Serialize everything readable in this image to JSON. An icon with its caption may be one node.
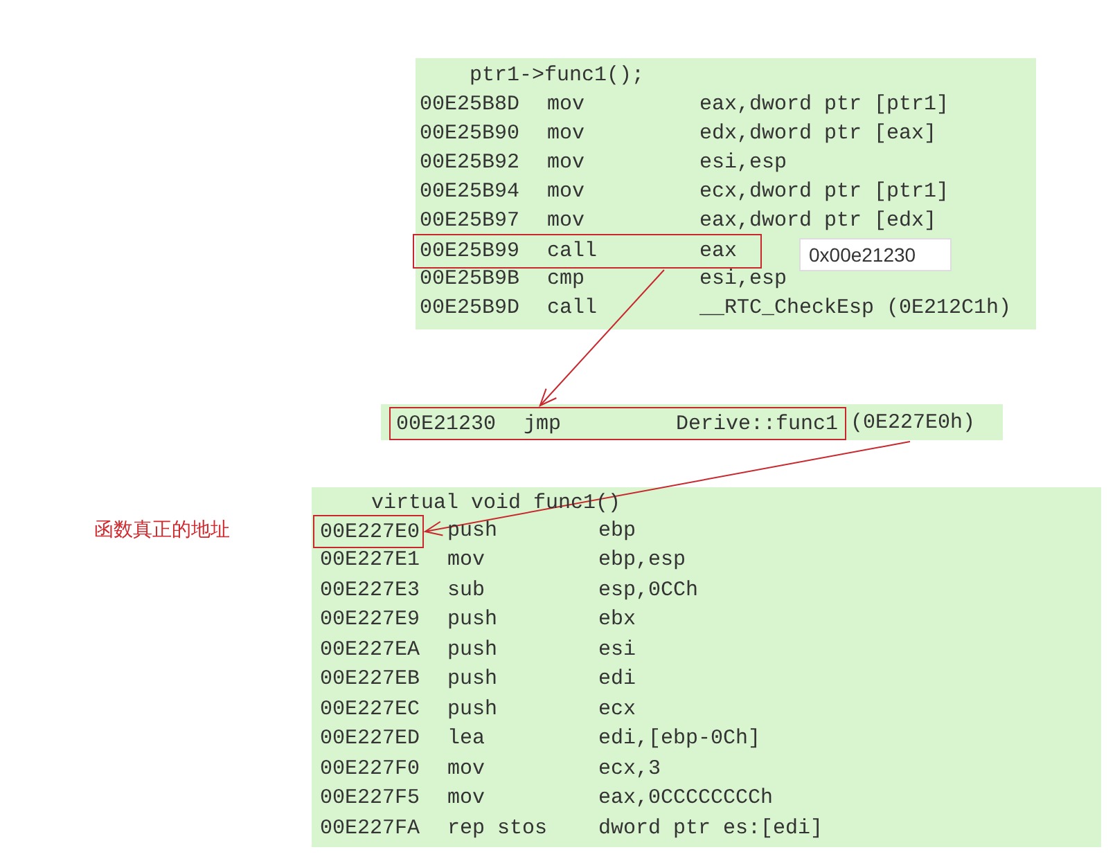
{
  "diagram": {
    "nodes": [
      {
        "text": [
          "00E25B99",
          "call",
          "eax"
        ]
      },
      {
        "text": [
          "00E21230",
          "jmp",
          "Derive::func1"
        ]
      },
      {
        "text": [
          "(0E227E0h)"
        ]
      },
      {
        "text": [
          "00E227E0"
        ]
      }
    ],
    "edges": [
      {
        "from": 0,
        "to": 1,
        "arrow": "to"
      },
      {
        "from": 2,
        "to": 3,
        "arrow": "to"
      }
    ],
    "labels": [
      "ptr1->func1();",
      "00E25B8D",
      "mov",
      "eax,dword ptr [ptr1]",
      "00E25B90",
      "mov",
      "edx,dword ptr [eax]",
      "00E25B92",
      "mov",
      "esi,esp",
      "00E25B94",
      "mov",
      "ecx,dword ptr [ptr1]",
      "00E25B97",
      "mov",
      "eax,dword ptr [edx]",
      "0x00e21230",
      "00E25B9B",
      "cmp",
      "esi,esp",
      "00E25B9D",
      "call",
      "__RTC_CheckEsp (0E212C1h)",
      "virtual void func1()",
      "函数真正的地址",
      "push",
      "ebp",
      "00E227E1",
      "mov",
      "ebp,esp",
      "00E227E3",
      "sub",
      "esp,0CCh",
      "00E227E9",
      "push",
      "ebx",
      "00E227EA",
      "push",
      "esi",
      "00E227EB",
      "push",
      "edi",
      "00E227EC",
      "push",
      "ecx",
      "00E227ED",
      "lea",
      "edi,[ebp-0Ch]",
      "00E227F0",
      "mov",
      "ecx,3",
      "00E227F5",
      "mov",
      "eax,0CCCCCCCCh",
      "00E227FA",
      "rep stos",
      "dword ptr es:[edi]"
    ]
  }
}
